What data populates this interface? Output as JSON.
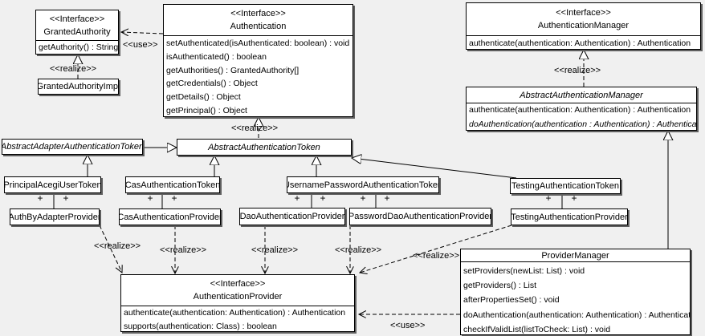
{
  "labels": {
    "use": "<<use>>",
    "realize": "<<realize>>",
    "plus": "+"
  },
  "colors": {
    "background": "#f0f0f0",
    "box_fill": "#ffffff",
    "line": "#000000",
    "shadow": "#5f5f5f"
  },
  "boxes": {
    "grantedAuthority": {
      "stereotype": "<<Interface>>",
      "name": "GrantedAuthority",
      "methods": [
        "getAuthority() : String"
      ]
    },
    "grantedAuthorityImpl": {
      "name": "GrantedAuthorityImpl"
    },
    "authentication": {
      "stereotype": "<<Interface>>",
      "name": "Authentication",
      "methods": [
        "setAuthenticated(isAuthenticated: boolean) : void",
        "isAuthenticated() : boolean",
        "getAuthorities() : GrantedAuthority[]",
        "getCredentials() : Object",
        "getDetails() : Object",
        "getPrincipal() : Object"
      ]
    },
    "authenticationManager": {
      "stereotype": "<<Interface>>",
      "name": "AuthenticationManager",
      "methods": [
        "authenticate(authentication: Authentication) : Authentication"
      ]
    },
    "abstractAuthenticationManager": {
      "name": "AbstractAuthenticationManager",
      "methods": [
        "authenticate(authentication: Authentication) : Authentication",
        "doAuthentication(authentication : Authentication) : Authentication"
      ]
    },
    "abstractAdapterAuthenticationToken": {
      "name": "AbstractAdapterAuthenticationToken"
    },
    "abstractAuthenticationToken": {
      "name": "AbstractAuthenticationToken"
    },
    "principalAcegiUserToken": {
      "name": "PrincipalAcegiUserToken"
    },
    "casAuthenticationToken": {
      "name": "CasAuthenticationToken"
    },
    "usernamePasswordAuthenticationToken": {
      "name": "UsernamePasswordAuthenticationToken"
    },
    "testingAuthenticationToken": {
      "name": "TestingAuthenticationToken"
    },
    "authByAdapterProvider": {
      "name": "AuthByAdapterProvider"
    },
    "casAuthenticationProvider": {
      "name": "CasAuthenticationProvider"
    },
    "daoAuthenticationProvider": {
      "name": "DaoAuthenticationProvider"
    },
    "passwordDaoAuthenticationProvider": {
      "name": "PasswordDaoAuthenticationProvider"
    },
    "testingAuthenticationProvider": {
      "name": "TestingAuthenticationProvider"
    },
    "authenticationProvider": {
      "stereotype": "<<Interface>>",
      "name": "AuthenticationProvider",
      "methods": [
        "authenticate(authentication: Authentication) : Authentication",
        "supports(authentication: Class) : boolean"
      ]
    },
    "providerManager": {
      "name": "ProviderManager",
      "methods": [
        "setProviders(newList: List) : void",
        "getProviders() : List",
        "afterPropertiesSet() : void",
        "doAuthentication(authentication: Authentication) : Authentication",
        "checkIfValidList(listToCheck: List) : void"
      ]
    }
  }
}
